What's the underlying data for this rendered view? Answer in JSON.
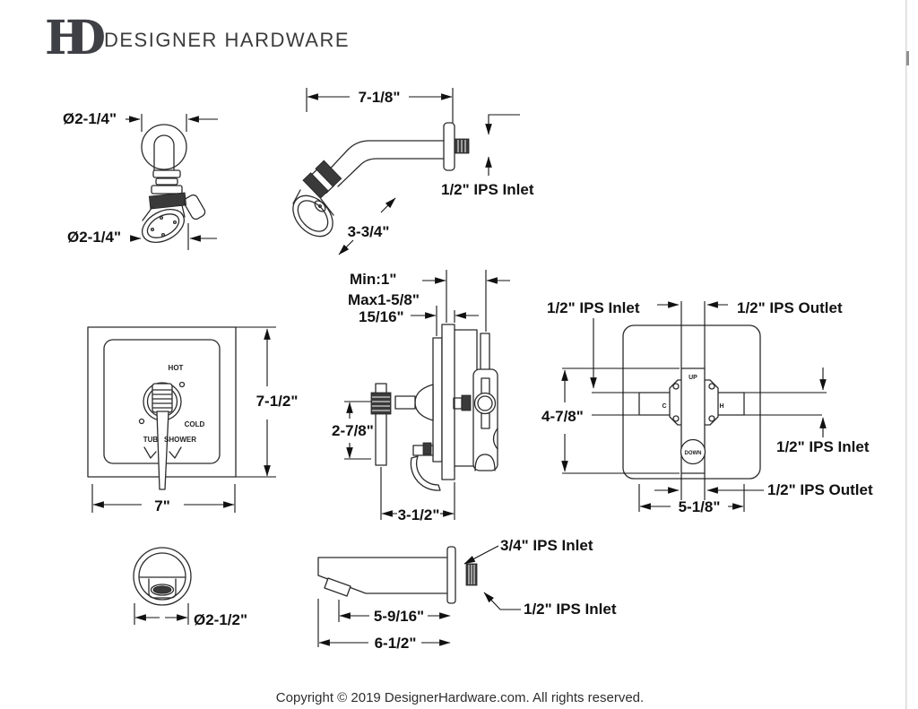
{
  "header": {
    "brand": "DESIGNER HARDWARE",
    "monogram_h": "H",
    "monogram_d": "D"
  },
  "shower_head_view": {
    "dia_top": "Ø2-1/4\"",
    "dia_bottom": "Ø2-1/4\""
  },
  "shower_arm_view": {
    "length": "7-1/8\"",
    "head_length": "3-3/4\"",
    "inlet": "1/2\" IPS Inlet"
  },
  "trim_plate_view": {
    "hot": "HOT",
    "cold": "COLD",
    "tub": "TUB",
    "shower": "SHOWER",
    "height": "7-1/2\"",
    "width": "7\""
  },
  "valve_side_view": {
    "min_depth": "Min:1\"",
    "max_depth": "Max1-5/8\"",
    "plate_depth": "15/16\"",
    "handle_length": "2-7/8\"",
    "body_depth": "3-1/2\""
  },
  "rough_in_view": {
    "inlet_top": "1/2\" IPS Inlet",
    "outlet_top": "1/2\" IPS Outlet",
    "height": "4-7/8\"",
    "inlet_right": "1/2\" IPS Inlet",
    "outlet_bottom": "1/2\" IPS Outlet",
    "width": "5-1/8\"",
    "up": "UP",
    "down": "DOWN",
    "cold_port": "C",
    "hot_port": "H"
  },
  "spout_front_view": {
    "dia": "Ø2-1/2\""
  },
  "spout_side_view": {
    "inlet_34": "3/4\" IPS Inlet",
    "inlet_12": "1/2\" IPS Inlet",
    "reach_inner": "5-9/16\"",
    "reach_outer": "6-1/2\""
  },
  "footer": {
    "copyright": "Copyright © 2019 DesignerHardware.com. All rights reserved."
  },
  "colors": {
    "line": "#2b2b2b",
    "text": "#111111",
    "brand_text": "#3c3c3c"
  }
}
